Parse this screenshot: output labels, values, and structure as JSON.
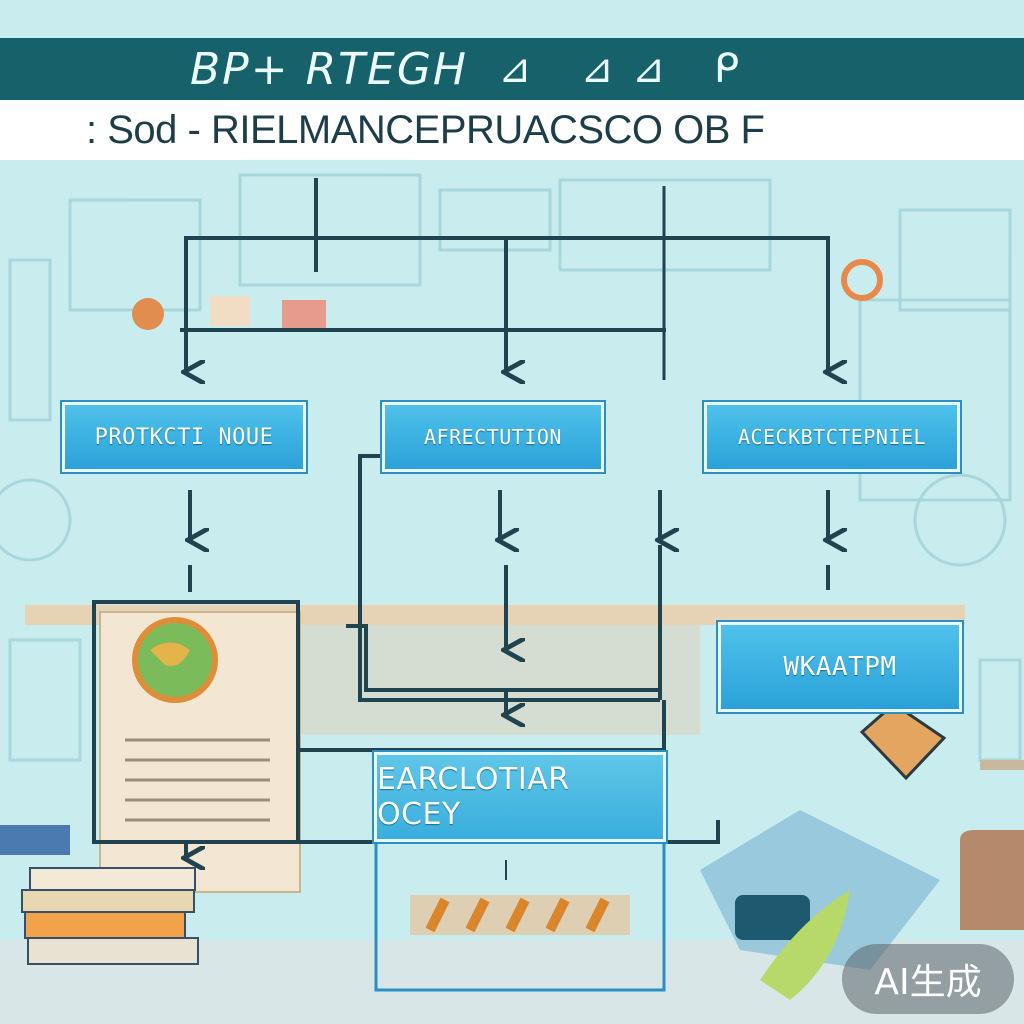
{
  "header": {
    "title": "BP+ RTEGH",
    "title_glyphs": "⊿ ⊿⊿ ᑭ",
    "subtitle": ": Sod - RIELMANCEPRUACSCO OB F"
  },
  "boxes": {
    "left": "PROTKCTI NOUE",
    "middle": "AFRECTUTION",
    "right": "ACECKBTCTEPNIEL",
    "lower_right": "WKAATPM",
    "bottom": "EARCLOTIAR OCEY"
  },
  "badge": "AI生成",
  "colors": {
    "background": "#c9ecef",
    "title_bar": "#17626a",
    "box_fill": "#2aa2d9",
    "arrow": "#1f4450"
  }
}
